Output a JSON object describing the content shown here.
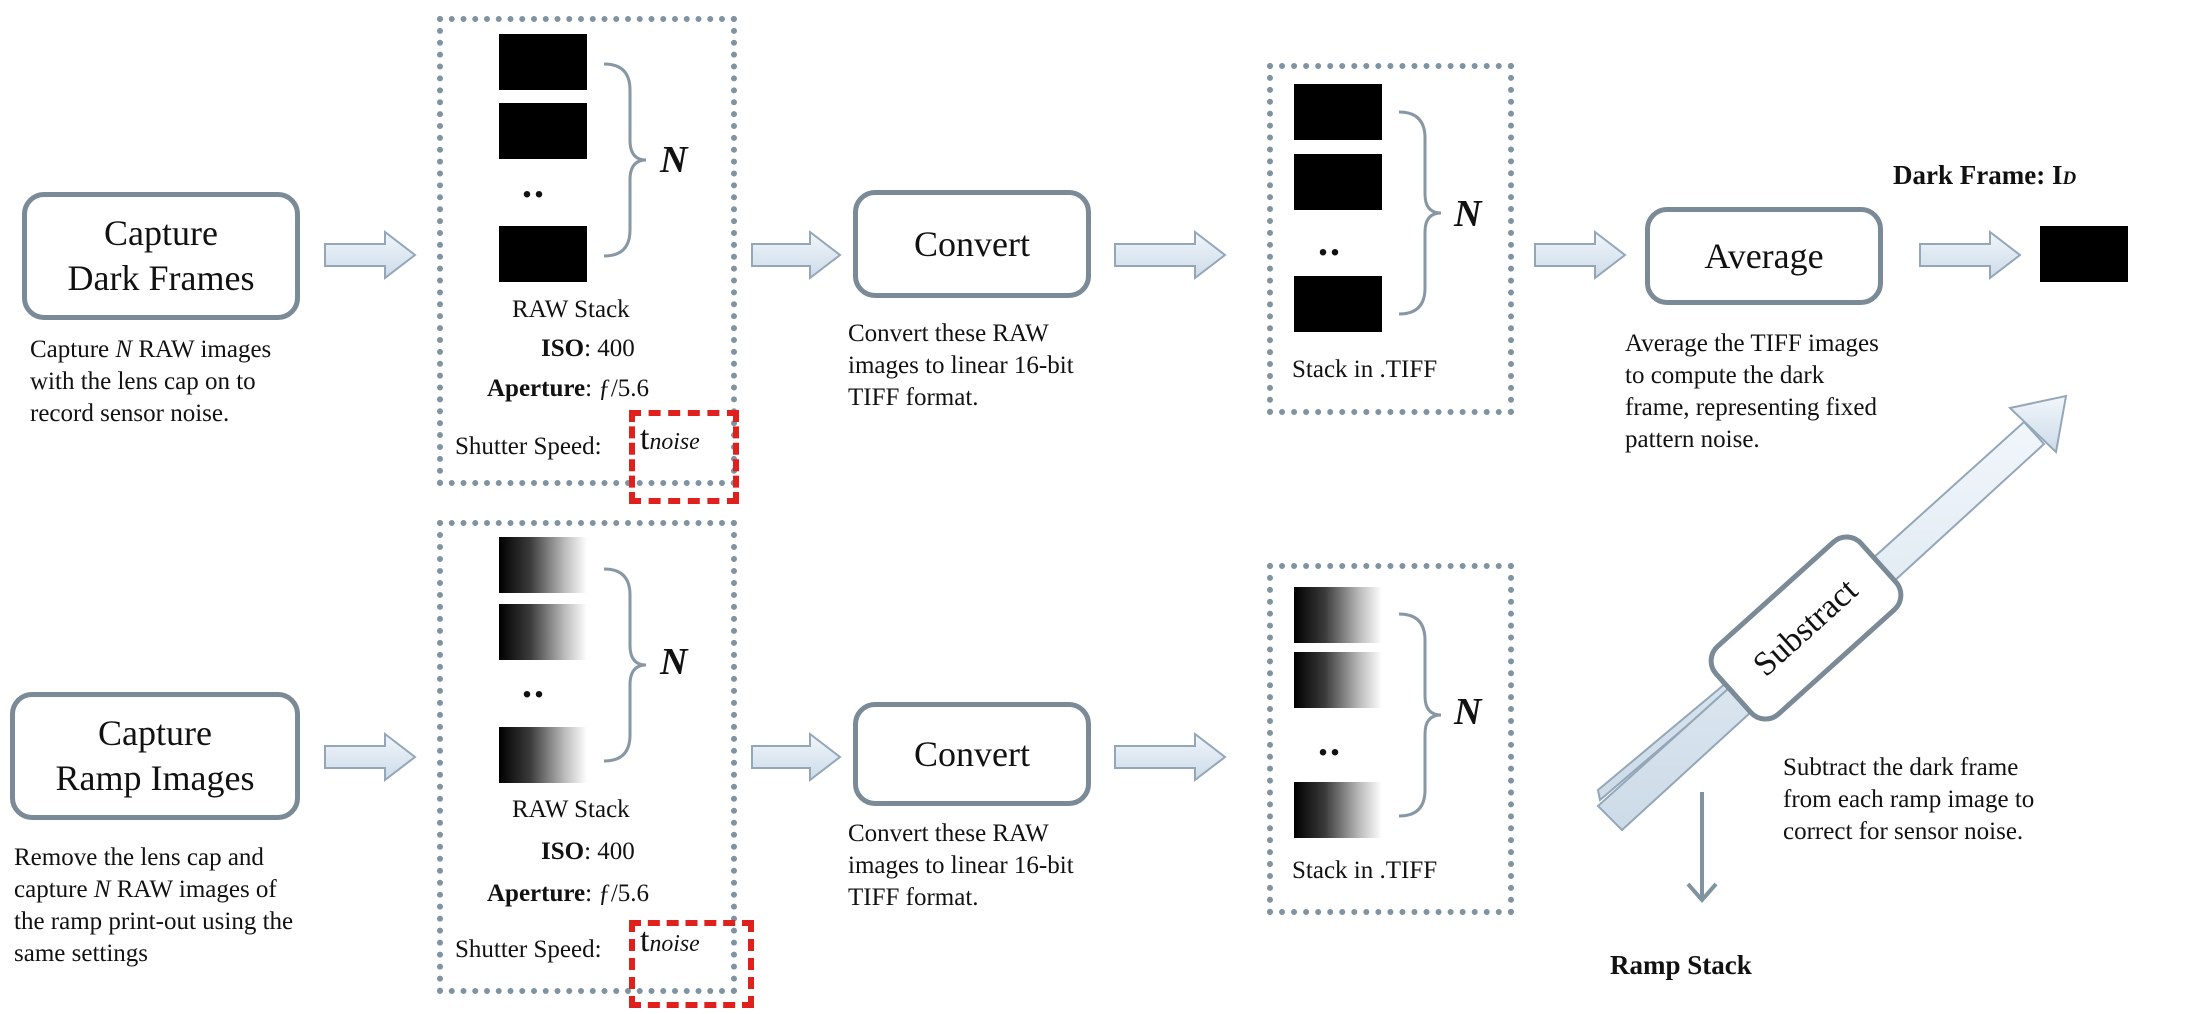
{
  "row1": {
    "capture_box": {
      "line1": "Capture",
      "line2": "Dark Frames"
    },
    "capture_desc": {
      "pre": "Capture ",
      "n": "N",
      "post": " RAW images",
      "line2": "with the lens cap on to",
      "line3": "record sensor noise."
    },
    "stack": {
      "n": "N",
      "dots": "..",
      "label": "RAW Stack"
    },
    "iso": {
      "key": "ISO",
      "value": ": 400"
    },
    "aperture": {
      "key": "Aperture",
      "value": ": ƒ/5.6"
    },
    "shutter": {
      "key": "Shutter Speed:",
      "t": "t",
      "sub": "noise"
    },
    "convert_box": "Convert",
    "convert_desc": {
      "line1": "Convert these RAW",
      "line2": "images to linear 16-bit",
      "line3": "TIFF format."
    },
    "tiff": {
      "n": "N",
      "dots": "..",
      "label": "Stack in .TIFF"
    },
    "average_box": "Average",
    "average_desc": {
      "line1": "Average the TIFF images",
      "line2": "to compute the dark",
      "line3": "frame, representing fixed",
      "line4": "pattern noise."
    },
    "dark_frame": {
      "label": "Dark Frame: I",
      "sub": "D"
    }
  },
  "row2": {
    "capture_box": {
      "line1": "Capture",
      "line2": "Ramp Images"
    },
    "capture_desc": {
      "line1": "Remove the lens cap and",
      "pre": "capture ",
      "n": "N",
      "post": " RAW images of",
      "line3": "the ramp print-out using the",
      "line4": "same settings"
    },
    "stack": {
      "n": "N",
      "dots": "..",
      "label": "RAW Stack"
    },
    "iso": {
      "key": "ISO",
      "value": ": 400"
    },
    "aperture": {
      "key": "Aperture",
      "value": ": ƒ/5.6"
    },
    "shutter": {
      "key": "Shutter Speed:",
      "t": "t",
      "sub": "noise"
    },
    "convert_box": "Convert",
    "convert_desc": {
      "line1": "Convert these RAW",
      "line2": "images to linear 16-bit",
      "line3": "TIFF format."
    },
    "tiff": {
      "n": "N",
      "dots": "..",
      "label": "Stack in .TIFF"
    }
  },
  "subtract": {
    "label": "Substract",
    "desc": {
      "line1": "Subtract the dark frame",
      "line2": "from each ramp image to",
      "line3": "correct for sensor noise."
    },
    "output": "Ramp Stack"
  },
  "colors": {
    "box_border": "#7a8a96",
    "arrow_fill": "#dce7f1",
    "arrow_stroke": "#93a7b8",
    "dotted": "#7f93a1",
    "dashed_red": "#e0201c"
  }
}
